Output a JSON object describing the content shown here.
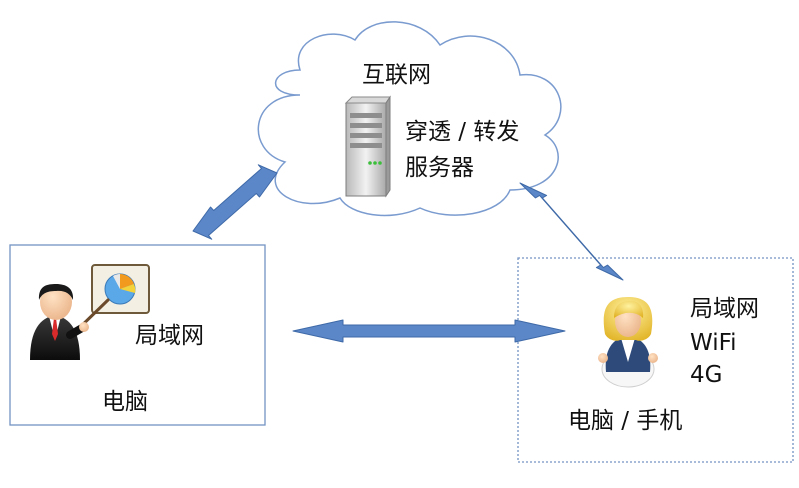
{
  "cloud": {
    "title": "互联网",
    "server_label_line1": "穿透 / 转发",
    "server_label_line2": "服务器"
  },
  "left_box": {
    "network_label": "局域网",
    "device_label": "电脑"
  },
  "right_box": {
    "network_label": "局域网",
    "wifi_label": "WiFi",
    "cellular_label": "4G",
    "device_label": "电脑 / 手机"
  },
  "icons": {
    "server": "server-icon",
    "presenter": "presenter-man-icon",
    "user": "user-woman-icon"
  },
  "colors": {
    "arrow": "#5b86c8",
    "arrow_stroke": "#3f6aa8",
    "box_border": "#7393c4",
    "cloud_stroke": "#7a9bcf"
  }
}
